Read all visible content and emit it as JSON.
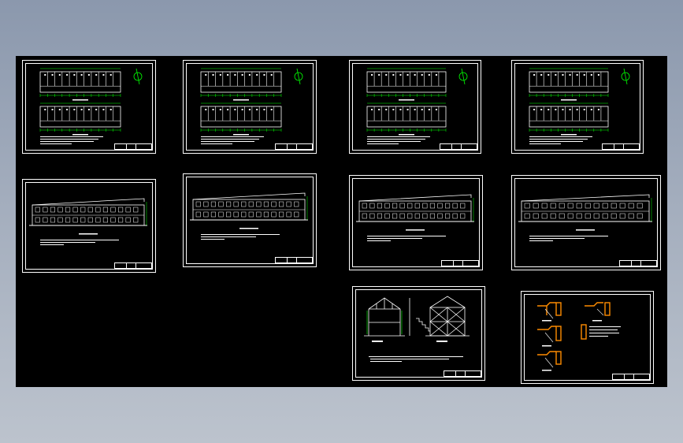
{
  "app": {
    "background_top": "#8b98ad",
    "background_bottom": "#bcc3cd",
    "canvas_color": "#000000",
    "line_color": "#ffffff",
    "accent_green": "#00ff00",
    "accent_orange": "#ff8c00"
  },
  "sheets": [
    {
      "id": "floor-plan-1",
      "kind": "plan"
    },
    {
      "id": "floor-plan-2",
      "kind": "plan"
    },
    {
      "id": "floor-plan-3",
      "kind": "plan"
    },
    {
      "id": "floor-plan-4",
      "kind": "plan"
    },
    {
      "id": "elevation-1",
      "kind": "elevation"
    },
    {
      "id": "elevation-2",
      "kind": "elevation"
    },
    {
      "id": "elevation-3",
      "kind": "elevation"
    },
    {
      "id": "elevation-4",
      "kind": "elevation"
    },
    {
      "id": "section",
      "kind": "section"
    },
    {
      "id": "details",
      "kind": "details"
    }
  ]
}
